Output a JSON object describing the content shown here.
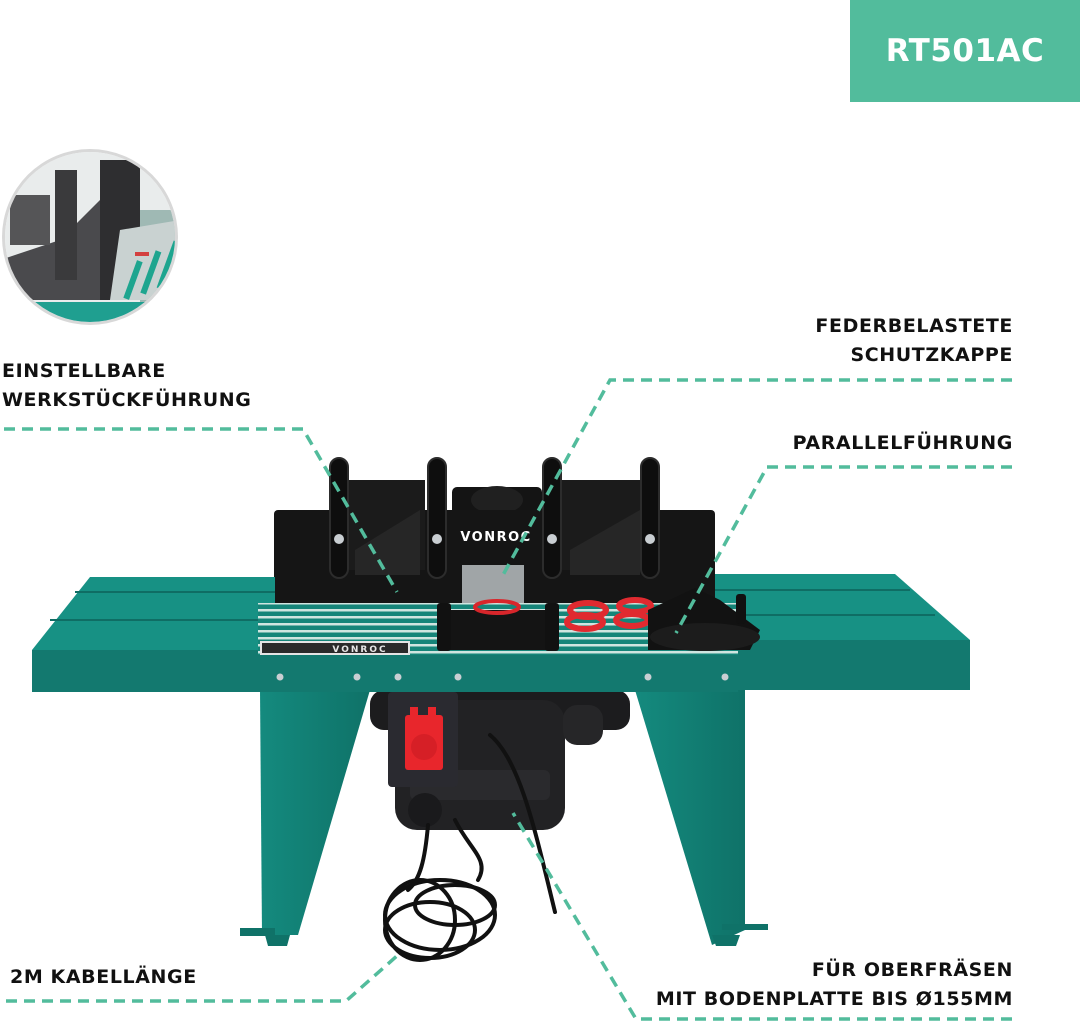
{
  "model_badge": {
    "text": "RT501AC",
    "color": "#52bc9c"
  },
  "brand": {
    "fence_logo": "VONROC",
    "table_logo": "VONROC"
  },
  "callouts": [
    {
      "id": "workpiece-guide",
      "lines": [
        "EINSTELLBARE",
        "WERKSTÜCKFÜHRUNG"
      ]
    },
    {
      "id": "guard",
      "lines": [
        "FEDERBELASTETE",
        "SCHUTZKAPPE"
      ]
    },
    {
      "id": "parallel-guide",
      "lines": [
        "PARALLELFÜHRUNG"
      ]
    },
    {
      "id": "cable",
      "lines": [
        "2M KABELLÄNGE"
      ]
    },
    {
      "id": "router-compat",
      "lines": [
        "FÜR OBERFRÄSEN",
        "MIT BODENPLATTE BIS Ø155MM"
      ]
    }
  ],
  "colors": {
    "accent": "#52bc9c",
    "table_green": "#14877c",
    "table_green_dark": "#0e6b62",
    "fence_black": "#1a1a1a",
    "switch_red": "#e8262c",
    "text": "#111111"
  },
  "inset": {
    "icon": "zoom-detail-circle"
  }
}
